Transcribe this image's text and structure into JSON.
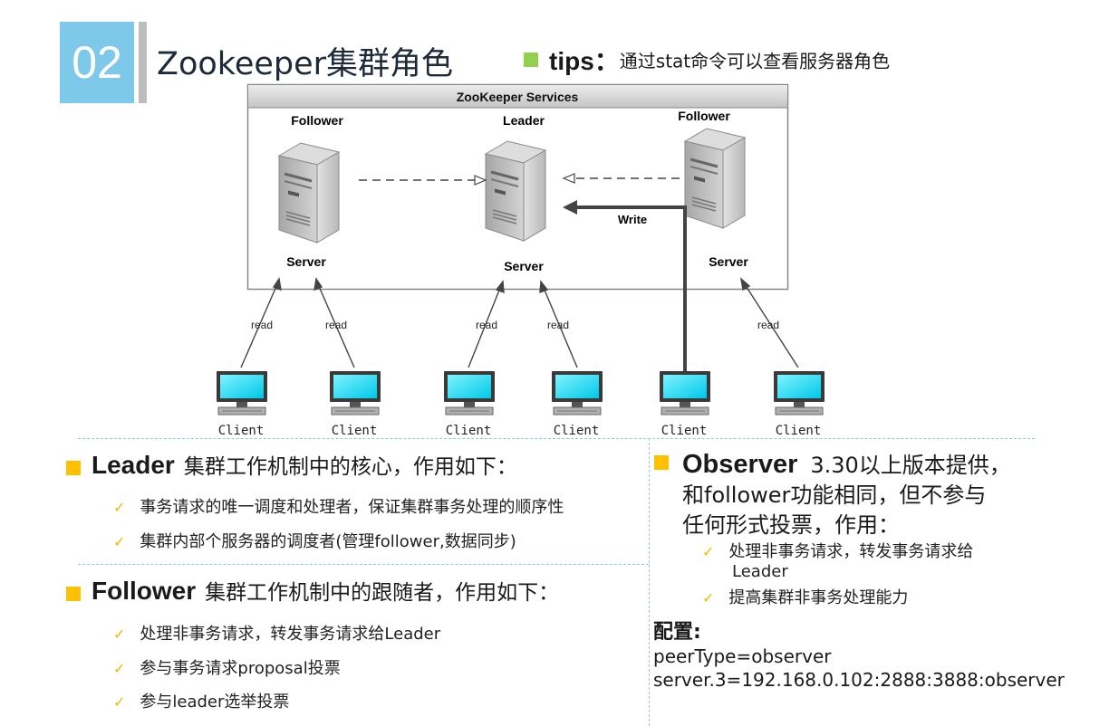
{
  "header": {
    "number": "02",
    "title": "Zookeeper集群角色",
    "tips_label": "tips：",
    "tips_text": "通过stat命令可以查看服务器角色"
  },
  "diagram": {
    "title": "ZooKeeper Services",
    "servers": [
      {
        "role": "Follower",
        "label": "Server"
      },
      {
        "role": "Leader",
        "label": "Server"
      },
      {
        "role": "Follower",
        "label": "Server"
      }
    ],
    "write_label": "Write",
    "read_label": "read",
    "client_label": "Client",
    "colors": {
      "screen": "#1ad8f2",
      "header": "#d6d6d6"
    }
  },
  "leader": {
    "name": "Leader",
    "desc": "集群工作机制中的核心，作用如下：",
    "items": [
      "事务请求的唯一调度和处理者，保证集群事务处理的顺序性",
      "集群内部个服务器的调度者(管理follower,数据同步)"
    ]
  },
  "follower": {
    "name": "Follower",
    "desc": "集群工作机制中的跟随者，作用如下：",
    "items": [
      "处理非事务请求，转发事务请求给Leader",
      "参与事务请求proposal投票",
      "参与leader选举投票"
    ]
  },
  "observer": {
    "name": "Observer",
    "desc_line1": "3.30以上版本提供，",
    "desc_line2": "和follower功能相同，但不参与",
    "desc_line3": "任何形式投票，作用：",
    "items": [
      "处理非事务请求，转发事务请求给",
      "Leader",
      "提高集群非事务处理能力"
    ]
  },
  "config": {
    "heading": "配置:",
    "line1": "peerType=observer",
    "line2": "server.3=192.168.0.102:2888:3888:observer"
  }
}
